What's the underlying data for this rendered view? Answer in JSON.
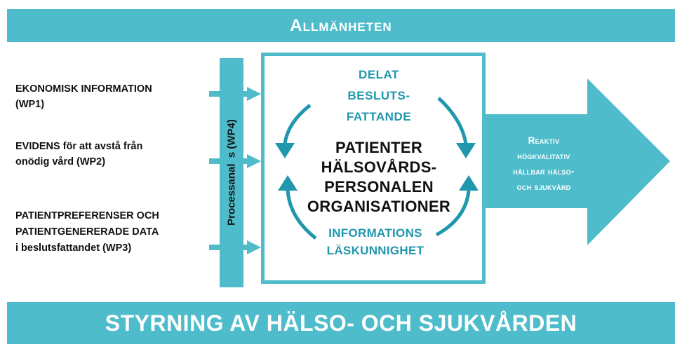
{
  "top_band": {
    "label": "Allmänheten"
  },
  "bottom_band": {
    "label": "STYRNING AV HÄLSO- OCH SJUKVÅRDEN"
  },
  "inputs": [
    {
      "text": "EKONOMISK INFORMATION\n(WP1)"
    },
    {
      "text": "EVIDENS för att avstå från\nonödig vård (WP2)"
    },
    {
      "text": "PATIENTPREFERENSER OCH\nPATIENTGENERERADE DATA\ni beslutsfattandet (WP3)"
    }
  ],
  "process": {
    "label": "Processanalys (WP4)"
  },
  "center": {
    "top_lines": [
      "DELAT",
      "BESLUTS-",
      "FATTANDE"
    ],
    "actors": [
      "PATIENTER",
      "HÄLSOVÅRDS-",
      "PERSONALEN",
      "ORGANISATIONER"
    ],
    "bottom_lines": [
      "INFORMATIONS",
      "LÄSKUNNIGHET"
    ]
  },
  "outcome": {
    "lines": [
      "Reaktiv",
      "högkvalitativ",
      "hållbar hälso-",
      "och sjukvård"
    ]
  },
  "colors": {
    "teal": "#4ebccb",
    "dark_teal": "#1f97ad",
    "text_dark": "#111111",
    "white": "#ffffff"
  }
}
